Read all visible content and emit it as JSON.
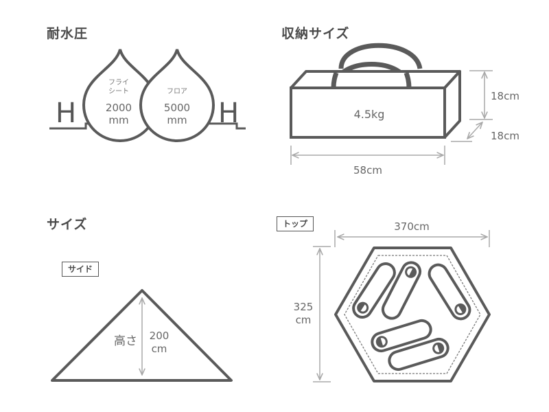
{
  "water": {
    "title": "耐水圧",
    "fly_label_1": "フライ",
    "fly_label_2": "シート",
    "fly_value": "2000",
    "fly_unit": "mm",
    "floor_label": "フロア",
    "floor_value": "5000",
    "floor_unit": "mm",
    "h_left": "H",
    "h_right": "H"
  },
  "storage": {
    "title": "収納サイズ",
    "weight": "4.5kg",
    "height": "18cm",
    "depth": "18cm",
    "width": "58cm"
  },
  "size": {
    "title": "サイズ",
    "side_label": "サイド",
    "height_label": "高さ",
    "height_value": "200",
    "height_unit": "cm"
  },
  "top": {
    "label": "トップ",
    "width": "370cm",
    "depth_value": "325",
    "depth_unit": "cm"
  },
  "colors": {
    "line": "#5a5a5a",
    "dim": "#a8a8a8",
    "text": "#666666"
  }
}
